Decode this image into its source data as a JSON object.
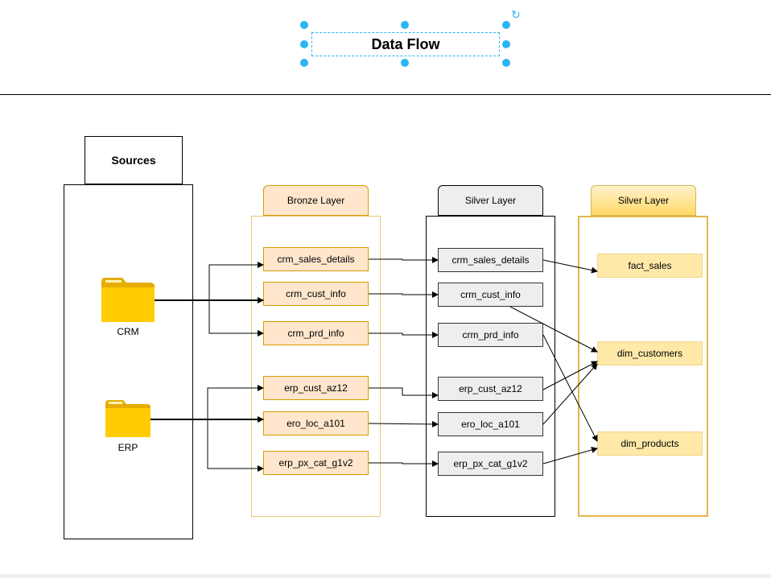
{
  "title": "Data Flow",
  "sources": {
    "header": "Sources",
    "items": [
      {
        "label": "CRM",
        "icon": "folder-icon"
      },
      {
        "label": "ERP",
        "icon": "folder-icon"
      }
    ]
  },
  "bronze": {
    "header": "Bronze Layer",
    "nodes": [
      "crm_sales_details",
      "crm_cust_info",
      "crm_prd_info",
      "erp_cust_az12",
      "ero_loc_a101",
      "erp_px_cat_g1v2"
    ]
  },
  "silver": {
    "header": "Silver Layer",
    "nodes": [
      "crm_sales_details",
      "crm_cust_info",
      "crm_prd_info",
      "erp_cust_az12",
      "ero_loc_a101",
      "erp_px_cat_g1v2"
    ]
  },
  "gold": {
    "header": "Silver Layer",
    "nodes": [
      "fact_sales",
      "dim_customers",
      "dim_products"
    ]
  },
  "colors": {
    "selection": "#29b6f2",
    "bronze_fill": "#ffe6cc",
    "bronze_border": "#d79b00",
    "silver_fill": "#eeeeee",
    "gold_fill": "#ffe9a8",
    "folder": "#ffcc00"
  }
}
